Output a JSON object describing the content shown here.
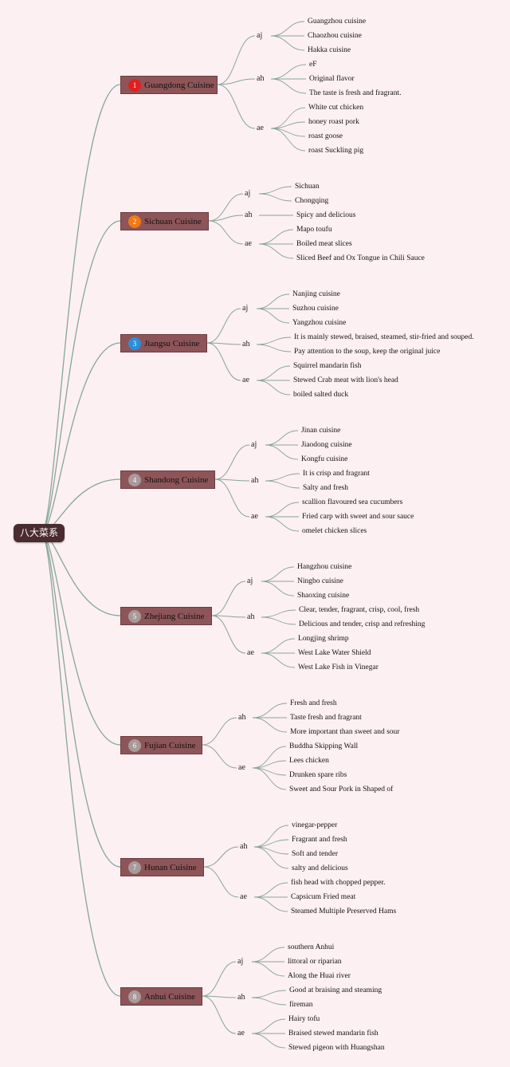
{
  "root": {
    "label": "八大菜系"
  },
  "categories": [
    {
      "number": "1",
      "name": "Guangdong Cuisine",
      "badge_color": "#e02020",
      "branches": [
        {
          "label": "aj",
          "items": [
            "Guangzhou cuisine",
            "Chaozhou cuisine",
            "Hakka cuisine"
          ]
        },
        {
          "label": "ah",
          "items": [
            "eF",
            "Original flavor",
            "The taste is fresh and fragrant."
          ]
        },
        {
          "label": "ae",
          "items": [
            "White cut chicken",
            "honey roast pork",
            "roast goose",
            "roast Suckling pig"
          ]
        }
      ]
    },
    {
      "number": "2",
      "name": "Sichuan Cuisine",
      "badge_color": "#f07a18",
      "branches": [
        {
          "label": "aj",
          "items": [
            "Sichuan",
            "Chongqing"
          ]
        },
        {
          "label": "ah",
          "items": [
            "Spicy and delicious"
          ]
        },
        {
          "label": "ae",
          "items": [
            "Mapo toufu",
            "Boiled meat slices",
            "Sliced Beef and Ox Tongue in Chili Sauce"
          ]
        }
      ]
    },
    {
      "number": "3",
      "name": "Jiangsu Cuisine",
      "badge_color": "#2a8fd8",
      "branches": [
        {
          "label": "aj",
          "items": [
            "Nanjing cuisine",
            "Suzhou cuisine",
            "Yangzhou cuisine"
          ]
        },
        {
          "label": "ah",
          "items": [
            "It is mainly stewed, braised, steamed, stir-fried and souped.",
            "Pay attention to the soup, keep the original juice"
          ]
        },
        {
          "label": "ae",
          "items": [
            "Squirrel mandarin fish",
            "Stewed Crab meat with lion's head",
            "boiled salted duck"
          ]
        }
      ]
    },
    {
      "number": "4",
      "name": "Shandong Cuisine",
      "badge_color": "#a89a9a",
      "branches": [
        {
          "label": "aj",
          "items": [
            "Jinan cuisine",
            "Jiaodong cuisine",
            "Kongfu cuisine"
          ]
        },
        {
          "label": "ah",
          "items": [
            "It is crisp and fragrant",
            "Salty and fresh"
          ]
        },
        {
          "label": "ae",
          "items": [
            "scallion flavoured sea cucumbers",
            "Fried carp with sweet and sour sauce",
            "omelet chicken slices"
          ]
        }
      ]
    },
    {
      "number": "5",
      "name": "Zhejiang Cuisine",
      "badge_color": "#a89a9a",
      "branches": [
        {
          "label": "aj",
          "items": [
            "Hangzhou cuisine",
            "Ningbo cuisine",
            "Shaoxing cuisine"
          ]
        },
        {
          "label": "ah",
          "items": [
            "Clear, tender, fragrant, crisp, cool, fresh",
            "Delicious and tender, crisp and refreshing"
          ]
        },
        {
          "label": "ae",
          "items": [
            "Longjing shrimp",
            "West Lake Water Shield",
            "West Lake Fish in Vinegar"
          ]
        }
      ]
    },
    {
      "number": "6",
      "name": "Fujian Cuisine",
      "badge_color": "#a89a9a",
      "branches": [
        {
          "label": "ah",
          "items": [
            "Fresh and fresh",
            "Taste fresh and fragrant",
            "More important than sweet and sour"
          ]
        },
        {
          "label": "ae",
          "items": [
            "Buddha Skipping Wall",
            "Lees chicken",
            "Drunken spare ribs",
            "Sweet and Sour Pork in Shaped of"
          ]
        }
      ]
    },
    {
      "number": "7",
      "name": "Hunan Cuisine",
      "badge_color": "#a89a9a",
      "branches": [
        {
          "label": "ah",
          "items": [
            "vinegar-pepper",
            "Fragrant and fresh",
            "Soft and tender",
            "salty and delicious"
          ]
        },
        {
          "label": "ae",
          "items": [
            "fish head with chopped pepper.",
            "Capsicum Fried meat",
            "Steamed Multiple Preserved Hams"
          ]
        }
      ]
    },
    {
      "number": "8",
      "name": "Anhui Cuisine",
      "badge_color": "#a89a9a",
      "branches": [
        {
          "label": "aj",
          "items": [
            "southern Anhui",
            "littoral or riparian",
            "Along the Huai river"
          ]
        },
        {
          "label": "ah",
          "items": [
            "Good at braising and steaming",
            "fireman"
          ]
        },
        {
          "label": "ae",
          "items": [
            "Hairy tofu",
            "Braised stewed mandarin fish",
            "Stewed pigeon with Huangshan"
          ]
        }
      ]
    }
  ]
}
